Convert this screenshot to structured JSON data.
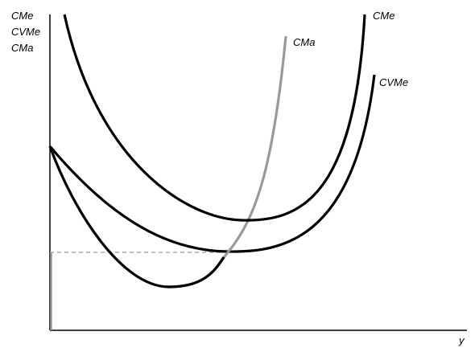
{
  "chart_data": {
    "type": "line",
    "xlabel": "y",
    "ylabel_lines": [
      "CMe",
      "CVMe",
      "CMa"
    ],
    "xlim": [
      0,
      10
    ],
    "ylim": [
      0,
      10
    ],
    "grid": false,
    "legend": "none",
    "series": [
      {
        "name": "CMe",
        "color": "#000000",
        "x": [
          0.3,
          1.5,
          2.6,
          3.7,
          4.8,
          5.8,
          6.6,
          7.1,
          7.4
        ],
        "y": [
          10.3,
          7.2,
          5.4,
          4.2,
          3.8,
          4.2,
          5.6,
          7.6,
          10.3
        ]
      },
      {
        "name": "CVMe",
        "color": "#000000",
        "x": [
          0.0,
          1.5,
          3.2,
          4.2,
          5.1,
          6.1,
          6.8,
          7.2,
          7.6
        ],
        "y": [
          6.4,
          4.7,
          4.0,
          2.1,
          3.1,
          3.9,
          5.0,
          6.8,
          8.7
        ]
      },
      {
        "name": "CMa",
        "color": "#a0a0a0",
        "x": [
          0.0,
          0.6,
          1.4,
          1.8,
          2.5,
          3.5,
          4.3,
          5.0,
          5.5
        ],
        "y": [
          6.4,
          4.0,
          3.0,
          2.0,
          2.8,
          3.4,
          4.1,
          6.7,
          10.0
        ]
      }
    ],
    "reference_lines": [
      {
        "style": "dashed",
        "color": "#999999",
        "y": 4.0,
        "x_range": [
          0,
          4.2
        ]
      },
      {
        "style": "solid",
        "color": "#999999",
        "x": 0.0,
        "y_range": [
          0,
          4.0
        ]
      }
    ]
  }
}
